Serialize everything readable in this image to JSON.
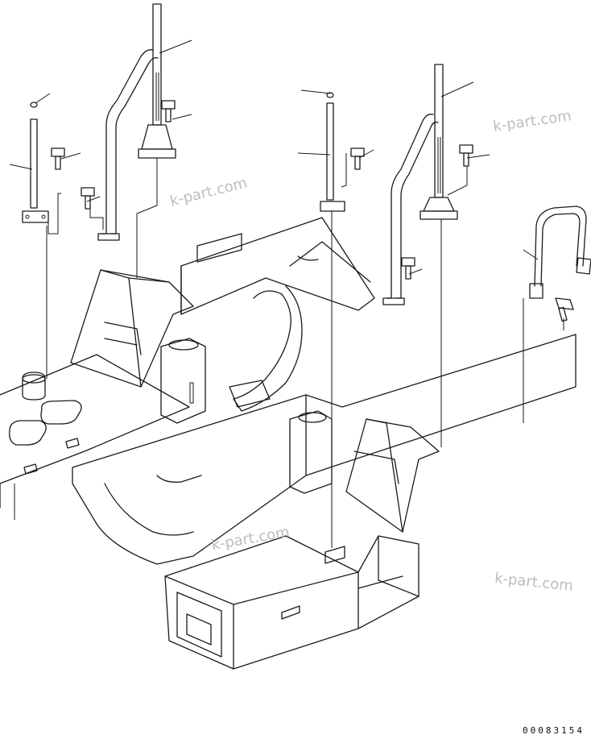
{
  "watermarks": [
    {
      "text": "k-part.com"
    },
    {
      "text": "k-part.com"
    },
    {
      "text": "k-part.com"
    },
    {
      "text": "k-part.com"
    }
  ],
  "drawing_code": "00083154"
}
